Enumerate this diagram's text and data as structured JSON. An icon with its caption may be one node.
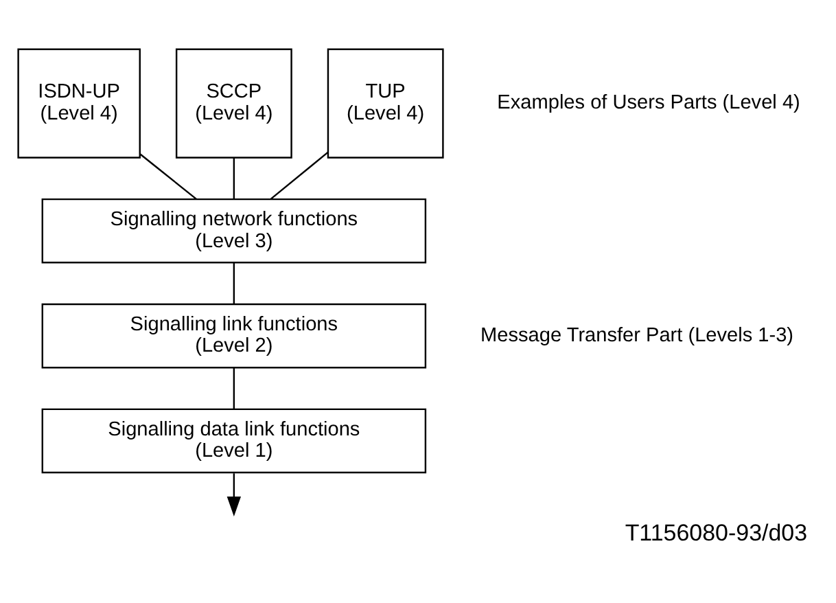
{
  "diagram": {
    "caption": "T1156080-93/d03",
    "nodes": [
      {
        "text": [
          "ISDN-UP",
          "(Level 4)"
        ]
      },
      {
        "text": [
          "SCCP",
          "(Level 4)"
        ]
      },
      {
        "text": [
          "TUP",
          "(Level 4)"
        ]
      },
      {
        "text": [
          "Signalling network functions",
          "(Level 3)"
        ]
      },
      {
        "text": [
          "Signalling link functions",
          "(Level 2)"
        ]
      },
      {
        "text": [
          "Signalling data link functions",
          "(Level 1)"
        ]
      }
    ],
    "edges": [
      {
        "from": 0,
        "to": 3,
        "arrow": "none"
      },
      {
        "from": 1,
        "to": 3,
        "arrow": "none"
      },
      {
        "from": 2,
        "to": 3,
        "arrow": "none"
      },
      {
        "from": 3,
        "to": 4,
        "arrow": "none"
      },
      {
        "from": 4,
        "to": 5,
        "arrow": "none"
      },
      {
        "from": 5,
        "to": null,
        "arrow": "to"
      }
    ],
    "labels": [
      "Examples of Users Parts (Level 4)",
      "Message Transfer Part (Levels 1-3)"
    ]
  }
}
